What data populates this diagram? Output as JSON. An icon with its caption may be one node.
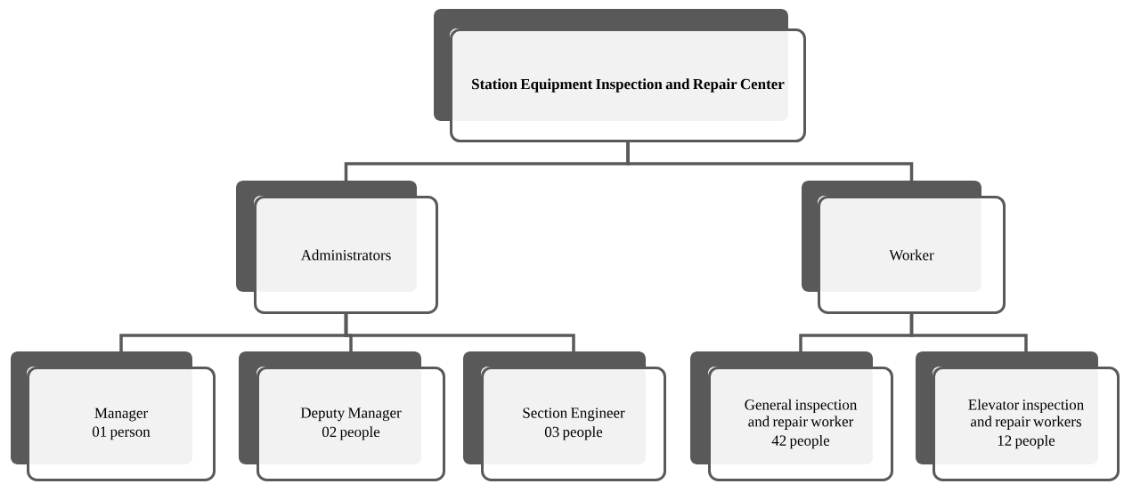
{
  "diagram": {
    "nodes": [
      {
        "text": [
          "Station Equipment Inspection and Repair Center"
        ]
      },
      {
        "text": [
          "Administrators"
        ]
      },
      {
        "text": [
          "Worker"
        ]
      },
      {
        "text": [
          "Manager",
          "01 person"
        ]
      },
      {
        "text": [
          "Deputy Manager",
          "02 people"
        ]
      },
      {
        "text": [
          "Section Engineer",
          "03 people"
        ]
      },
      {
        "text": [
          "General inspection and repair worker",
          "42 people"
        ]
      },
      {
        "text": [
          "Elevator inspection and repair workers",
          "12 people"
        ]
      }
    ],
    "edges": [
      {
        "from": 0,
        "to": 1,
        "arrow": "none"
      },
      {
        "from": 0,
        "to": 2,
        "arrow": "none"
      },
      {
        "from": 1,
        "to": 3,
        "arrow": "none"
      },
      {
        "from": 1,
        "to": 4,
        "arrow": "none"
      },
      {
        "from": 1,
        "to": 5,
        "arrow": "none"
      },
      {
        "from": 2,
        "to": 6,
        "arrow": "none"
      },
      {
        "from": 2,
        "to": 7,
        "arrow": "none"
      }
    ]
  }
}
